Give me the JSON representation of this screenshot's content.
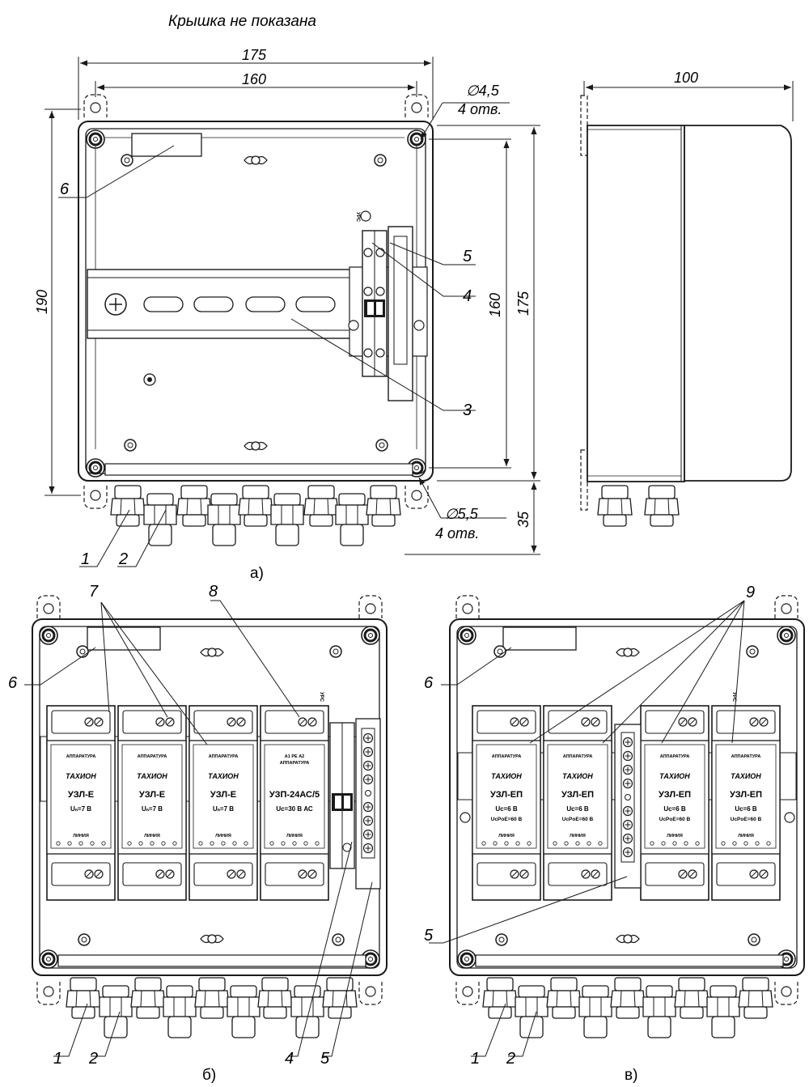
{
  "caption": "Крышка не показана",
  "dimensions": {
    "width_outer": "175",
    "width_inner": "160",
    "height_outer": "190",
    "height_inner": "160",
    "height_body": "175",
    "gland_height": "35",
    "depth": "100",
    "hole_top_dia": "∅4,5",
    "hole_top_count": "4 отв.",
    "hole_bottom_dia": "∅5,5",
    "hole_bottom_count": "4 отв."
  },
  "view_labels": {
    "a": "а)",
    "b": "б)",
    "v": "в)"
  },
  "callouts": {
    "c1": "1",
    "c2": "2",
    "c3": "3",
    "c4": "4",
    "c5": "5",
    "c6": "6",
    "c7": "7",
    "c8": "8",
    "c9": "9"
  },
  "small_marks": {
    "upk": "УРС",
    "lines_marker": "ЛИНИЯ"
  },
  "modules_b": [
    {
      "name": "УЗЛ-Е",
      "param": "Uₙ=7 В",
      "top": "АППАРАТУРА",
      "bottom": "ЛИНИЯ",
      "brand": "ТАХИОН"
    },
    {
      "name": "УЗЛ-Е",
      "param": "Uₙ=7 В",
      "top": "АППАРАТУРА",
      "bottom": "ЛИНИЯ",
      "brand": "ТАХИОН"
    },
    {
      "name": "УЗЛ-Е",
      "param": "Uₙ=7 В",
      "top": "АППАРАТУРА",
      "bottom": "ЛИНИЯ",
      "brand": "ТАХИОН"
    },
    {
      "name": "УЗП-24АС/5",
      "param": "Uс=30 В АС",
      "top": "А1 PE А2",
      "top2": "АППАРАТУРА",
      "bottom": "ЛИНИЯ",
      "brand": ""
    }
  ],
  "modules_v": [
    {
      "name": "УЗЛ-ЕП",
      "param": "Uc=6 B",
      "param2": "UcPoE=60 B",
      "top": "АППАРАТУРА",
      "bottom": "ЛИНИЯ",
      "brand": "ТАХИОН"
    },
    {
      "name": "УЗЛ-ЕП",
      "param": "Uc=6 B",
      "param2": "UcPoE=60 B",
      "top": "АППАРАТУРА",
      "bottom": "ЛИНИЯ",
      "brand": "ТАХИОН"
    },
    {
      "name": "УЗЛ-ЕП",
      "param": "Uc=6 B",
      "param2": "UcPoE=60 B",
      "top": "АППАРАТУРА",
      "bottom": "ЛИНИЯ",
      "brand": "ТАХИОН"
    },
    {
      "name": "УЗЛ-ЕП",
      "param": "Uc=6 B",
      "param2": "UcPoE=60 B",
      "top": "АППАРАТУРА",
      "bottom": "ЛИНИЯ",
      "brand": "ТАХИОН"
    }
  ]
}
